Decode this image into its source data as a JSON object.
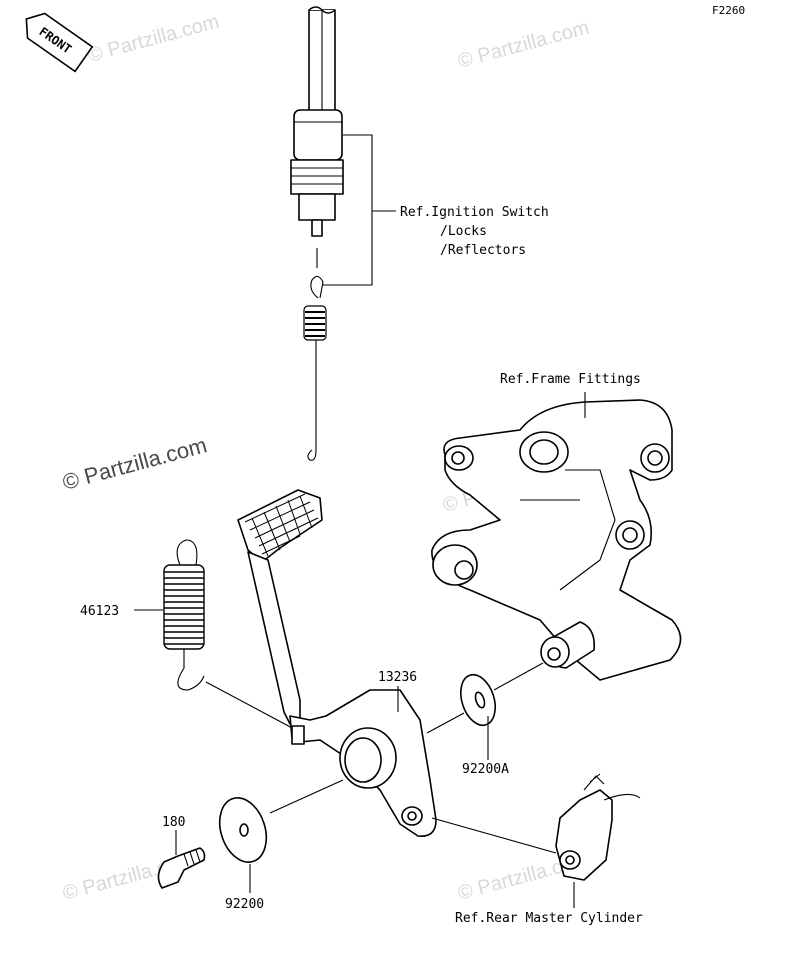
{
  "diagram_code": "F2260",
  "front_badge": "FRONT",
  "watermarks": [
    "© Partzilla.com",
    "© Partzilla.com",
    "© Partzilla.com",
    "© Partzilla.com",
    "© Partzilla.com",
    "© Partzilla.com"
  ],
  "callouts": {
    "ignition_ref": [
      "Ref.Ignition Switch",
      "/Locks",
      "/Reflectors"
    ],
    "frame_ref": "Ref.Frame Fittings",
    "spring": "46123",
    "pedal": "13236",
    "washer_a": "92200A",
    "bolt": "180",
    "washer": "92200",
    "master_cyl_ref": "Ref.Rear Master Cylinder"
  }
}
